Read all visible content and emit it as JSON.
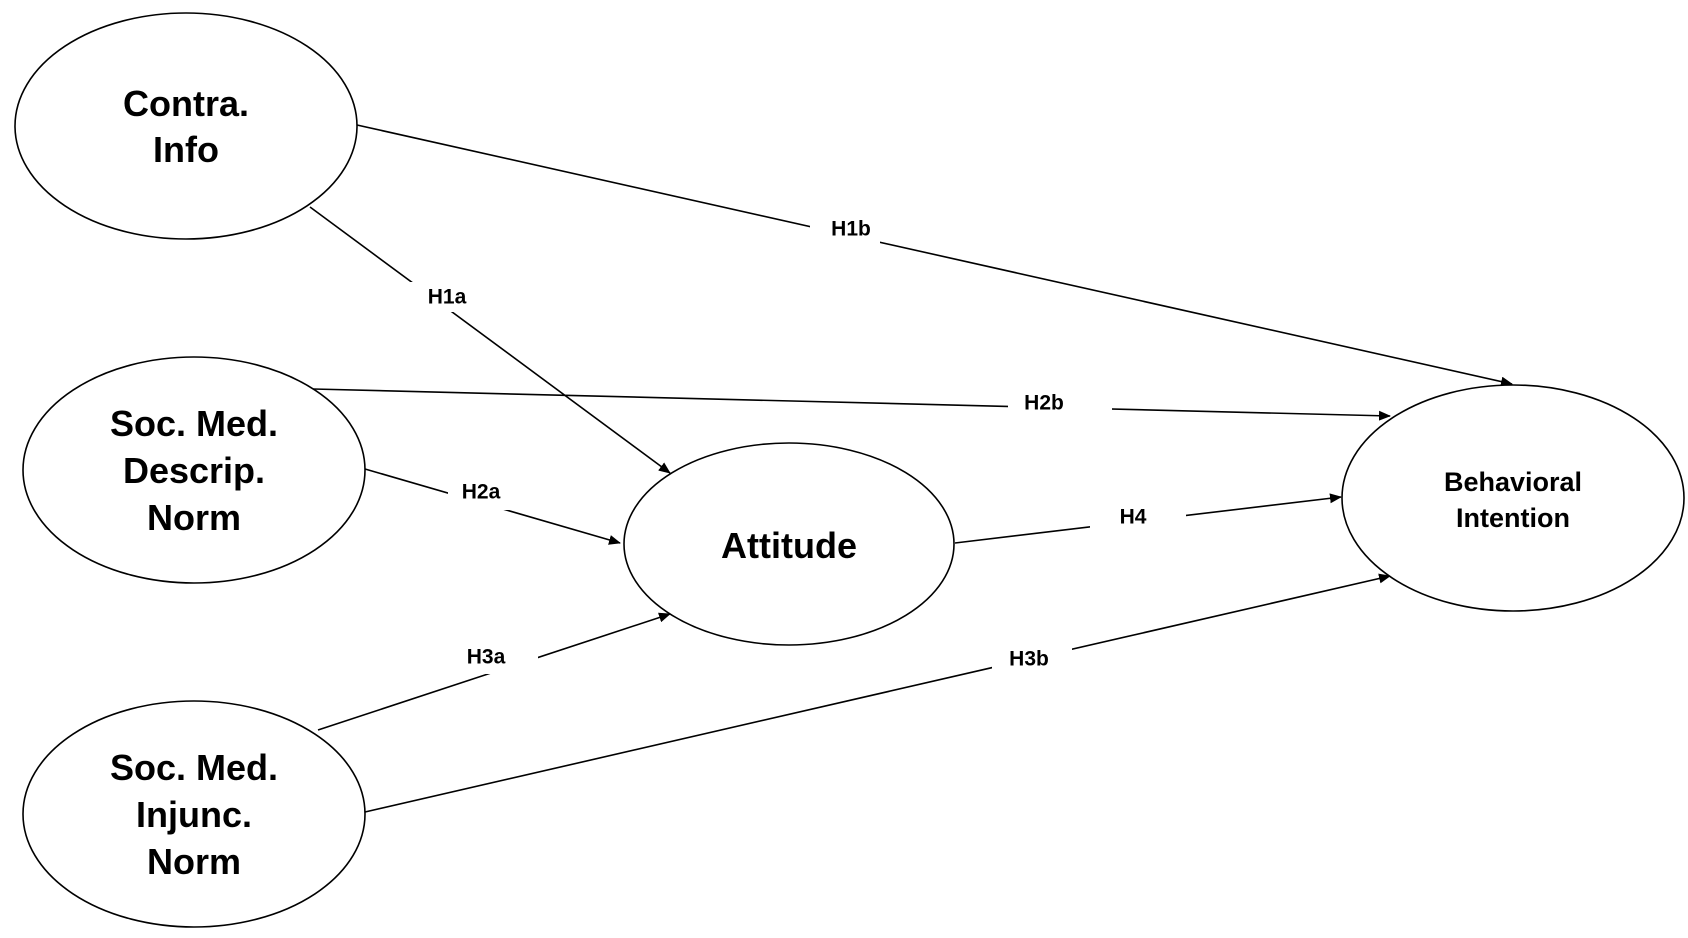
{
  "diagram": {
    "nodes": {
      "contra_info": {
        "lines": [
          "Contra.",
          "Info"
        ]
      },
      "descrip_norm": {
        "lines": [
          "Soc. Med.",
          "Descrip.",
          "Norm"
        ]
      },
      "injunc_norm": {
        "lines": [
          "Soc. Med.",
          "Injunc.",
          "Norm"
        ]
      },
      "attitude": {
        "lines": [
          "Attitude"
        ]
      },
      "behavioral_intention": {
        "lines": [
          "Behavioral",
          "Intention"
        ]
      }
    },
    "edges": {
      "h1a": {
        "label": "H1a",
        "from": "Contra. Info",
        "to": "Attitude"
      },
      "h1b": {
        "label": "H1b",
        "from": "Contra. Info",
        "to": "Behavioral Intention"
      },
      "h2a": {
        "label": "H2a",
        "from": "Soc. Med. Descrip. Norm",
        "to": "Attitude"
      },
      "h2b": {
        "label": "H2b",
        "from": "Soc. Med. Descrip. Norm",
        "to": "Behavioral Intention"
      },
      "h3a": {
        "label": "H3a",
        "from": "Soc. Med. Injunc. Norm",
        "to": "Attitude"
      },
      "h3b": {
        "label": "H3b",
        "from": "Soc. Med. Injunc. Norm",
        "to": "Behavioral Intention"
      },
      "h4": {
        "label": "H4",
        "from": "Attitude",
        "to": "Behavioral Intention"
      }
    }
  }
}
